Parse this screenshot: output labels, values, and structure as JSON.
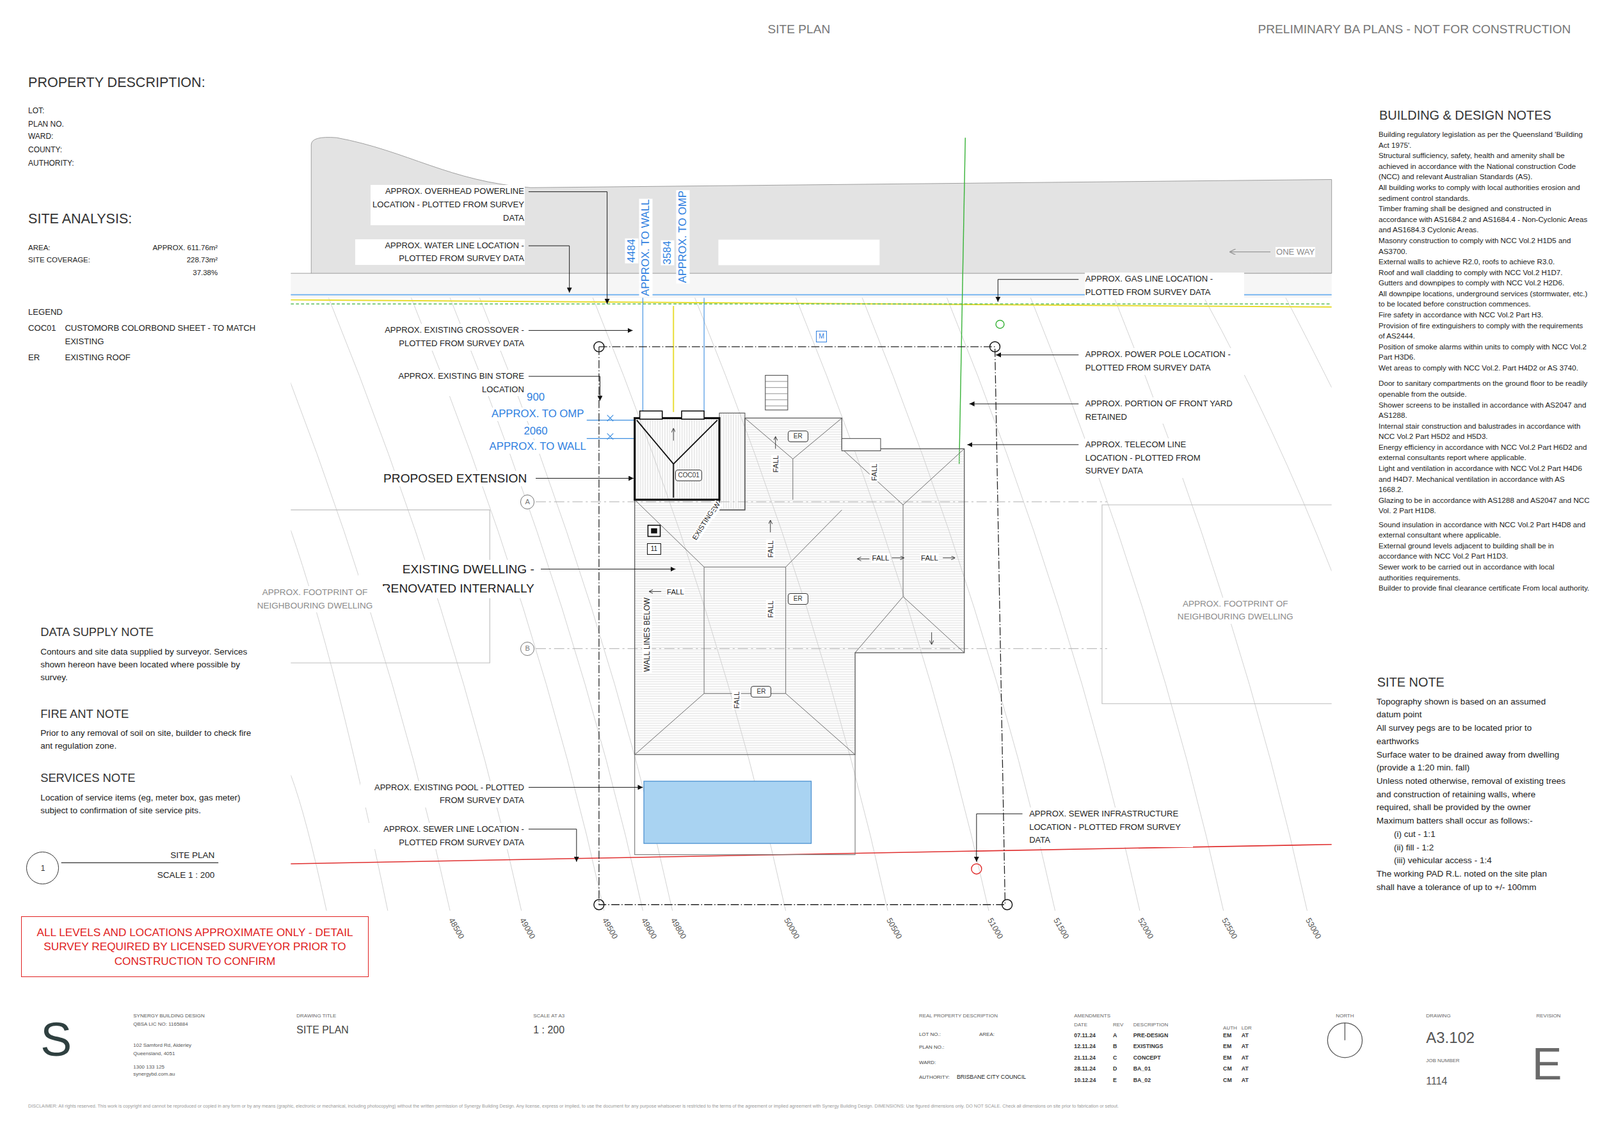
{
  "diagram": {
    "nodes": [
      {
        "text": [
          "M"
        ]
      },
      {
        "text": [
          "ER"
        ]
      },
      {
        "text": [
          "COC01"
        ]
      },
      {
        "text": [
          "A"
        ]
      },
      {
        "text": [
          "11"
        ]
      },
      {
        "text": [
          "ER"
        ]
      },
      {
        "text": [
          "B"
        ]
      },
      {
        "text": [
          "ER"
        ]
      },
      {
        "text": [
          "1"
        ]
      },
      {
        "text": [
          "ALL LEVELS AND LOCATIONS APPROXIMATE ONLY - DETAIL SURVEY REQUIRED BY LICENSED SURVEYOR PRIOR TO CONSTRUCTION TO CONFIRM"
        ]
      }
    ],
    "labels": [
      "SITE PLAN",
      "PRELIMINARY BA PLANS - NOT FOR CONSTRUCTION",
      "PROPERTY DESCRIPTION:",
      "LOT:",
      "PLAN NO.",
      "WARD:",
      "COUNTY:",
      "AUTHORITY:",
      "SITE ANALYSIS:",
      "AREA:",
      "APPROX. 611.76m²",
      "SITE COVERAGE:",
      "228.73m²",
      "37.38%",
      "LEGEND",
      "COC01",
      "CUSTOMORB COLORBOND SHEET - TO MATCH EXISTING",
      "ER",
      "EXISTING ROOF",
      "DATA SUPPLY NOTE",
      "Contours and site data supplied by surveyor. Services shown hereon have been located where possible by survey.",
      "FIRE ANT NOTE",
      "Prior to any removal of soil on site, builder to check fire ant regulation zone.",
      "SERVICES NOTE",
      "Location of service items (eg, meter box, gas meter) subject to confirmation of site service pits.",
      "SITE PLAN",
      "SCALE 1 : 200",
      "APPROX. OVERHEAD POWERLINE LOCATION - PLOTTED FROM SURVEY DATA",
      "APPROX. WATER LINE LOCATION - PLOTTED FROM SURVEY DATA",
      "APPROX. EXISTING CROSSOVER - PLOTTED FROM SURVEY DATA",
      "APPROX. EXISTING BIN STORE LOCATION",
      "4484",
      "APPROX. TO WALL",
      "3584",
      "APPROX. TO OMP",
      "900",
      "APPROX. TO OMP",
      "2060",
      "APPROX. TO WALL",
      "PROPOSED EXTENSION",
      "EXISTING DWELLING - RENOVATED INTERNALLY",
      "APPROX. FOOTPRINT OF NEIGHBOURING DWELLING",
      "APPROX. EXISTING POOL - PLOTTED FROM SURVEY DATA",
      "APPROX. SEWER LINE LOCATION - PLOTTED FROM SURVEY DATA",
      "APPROX. GAS LINE LOCATION - PLOTTED FROM SURVEY DATA",
      "APPROX. POWER POLE LOCATION - PLOTTED FROM SURVEY DATA",
      "APPROX. PORTION OF FRONT YARD RETAINED",
      "APPROX. TELECOM LINE LOCATION - PLOTTED FROM SURVEY DATA",
      "APPROX. FOOTPRINT OF NEIGHBOURING DWELLING",
      "APPROX. SEWER INFRASTRUCTURE LOCATION - PLOTTED FROM SURVEY DATA",
      "ONE WAY",
      "NEW",
      "EXISTING",
      "WALL LINES BELOW",
      "FALL",
      "FALL",
      "FALL",
      "FALL",
      "FALL",
      "FALL",
      "FALL",
      "FALL",
      "48500",
      "49000",
      "49500",
      "49600",
      "49800",
      "50000",
      "50500",
      "51000",
      "51500",
      "52000",
      "52500",
      "53000",
      "BUILDING & DESIGN NOTES",
      "Building regulatory legislation as per the Queensland 'Building Act 1975'.",
      "Structural sufficiency, safety, health and amenity shall be achieved in accordance with the National construction Code (NCC) and relevant Australian Standards (AS).",
      "All building works to comply with local authorities erosion and sediment control standards.",
      "Timber framing shall be designed and constructed in accordance with AS1684.2 and AS1684.4 - Non-Cyclonic Areas and AS1684.3 Cyclonic Areas.",
      "Masonry construction to comply with NCC Vol.2 H1D5 and AS3700.",
      "External walls to achieve R2.0, roofs to achieve R3.0.",
      "Roof and wall cladding to comply with NCC Vol.2 H1D7.",
      "Gutters and downpipes to comply with NCC Vol.2 H2D6.",
      "All downpipe locations, underground services (stormwater, etc.) to be located before construction commences.",
      "Fire safety in accordance with NCC Vol.2 Part H3.",
      "Provision of fire extinguishers to comply with the requirements of AS2444.",
      "Position of smoke alarms within units to comply with NCC Vol.2 Part H3D6.",
      "Wet areas to comply with NCC Vol.2. Part H4D2 or AS 3740.",
      "Door to sanitary compartments on the ground floor to be readily openable from the outside.",
      "Shower screens to be installed in accordance with AS2047 and AS1288.",
      "Internal stair construction and balustrades in accordance with NCC Vol.2 Part H5D2 and H5D3.",
      "Energy efficiency in accordance with NCC Vol.2 Part H6D2 and external consultants report where applicable.",
      "Light and ventilation in accordance with NCC Vol.2 Part H4D6 and H4D7. Mechanical ventilation in accordance with AS 1668.2.",
      "Glazing to be in accordance with AS1288 and AS2047 and NCC Vol. 2 Part H1D8.",
      "Sound insulation in accordance with NCC Vol.2 Part H4D8 and external consultant where applicable.",
      "External ground levels adjacent to building shall be in accordance with NCC Vol.2 Part H1D3.",
      "Sewer work to be carried out in accordance with local authorities requirements.",
      "Builder to provide final clearance certificate From local authority.",
      "SITE NOTE",
      "Topography shown is based on an assumed datum point",
      "All survey pegs are to be located prior to earthworks",
      "Surface water to be drained away from dwelling (provide a 1:20 min. fall)",
      "Unless noted otherwise, removal of existing trees and construction of retaining walls, where required, shall be provided by the owner",
      "Maximum batters shall occur as follows:-",
      "(i) cut - 1:1",
      "(ii) fill - 1:2",
      "(iii) vehicular access - 1:4",
      "The working PAD R.L. noted on the site plan shall have a tolerance of up to +/- 100mm",
      "S",
      "SYNERGY BUILDING DESIGN",
      "QBSA LIC NO: 1165884",
      "102 Samford Rd, Alderley",
      "Queensland, 4051",
      "1300 133 125",
      "synergybd.com.au",
      "DRAWING TITLE",
      "SITE PLAN",
      "SCALE AT A3",
      "1 : 200",
      "REAL PROPERTY DESCRIPTION",
      "LOT NO.:",
      "AREA:",
      "PLAN NO.:",
      "WARD:",
      "AUTHORITY:",
      "BRISBANE CITY COUNCIL",
      "AMENDMENTS",
      "DATE",
      "REV",
      "DESCRIPTION",
      "AUTH",
      "LDR",
      "07.11.24",
      "A",
      "PRE-DESIGN",
      "EM",
      "AT",
      "12.11.24",
      "B",
      "EXISTINGS",
      "EM",
      "AT",
      "21.11.24",
      "C",
      "CONCEPT",
      "EM",
      "AT",
      "28.11.24",
      "D",
      "BA_01",
      "CM",
      "AT",
      "10.12.24",
      "E",
      "BA_02",
      "CM",
      "AT",
      "NORTH",
      "DRAWING",
      "A3.102",
      "JOB NUMBER",
      "1114",
      "REVISION",
      "E",
      "DISCLAIMER: All rights reserved. This work is copyright and cannot be reproduced or copied in any form or by any means (graphic, electronic or mechanical, including photocopying) without the written permission of Synergy Building Design. Any license, express or implied, to use the document for any purpose whatsoever is restricted to the terms of the agreement or implied agreement with Synergy Building Design. DIMENSIONS: Use figured dimensions only. DO NOT SCALE. Check all dimensions on site prior to fabrication or setout."
    ]
  }
}
